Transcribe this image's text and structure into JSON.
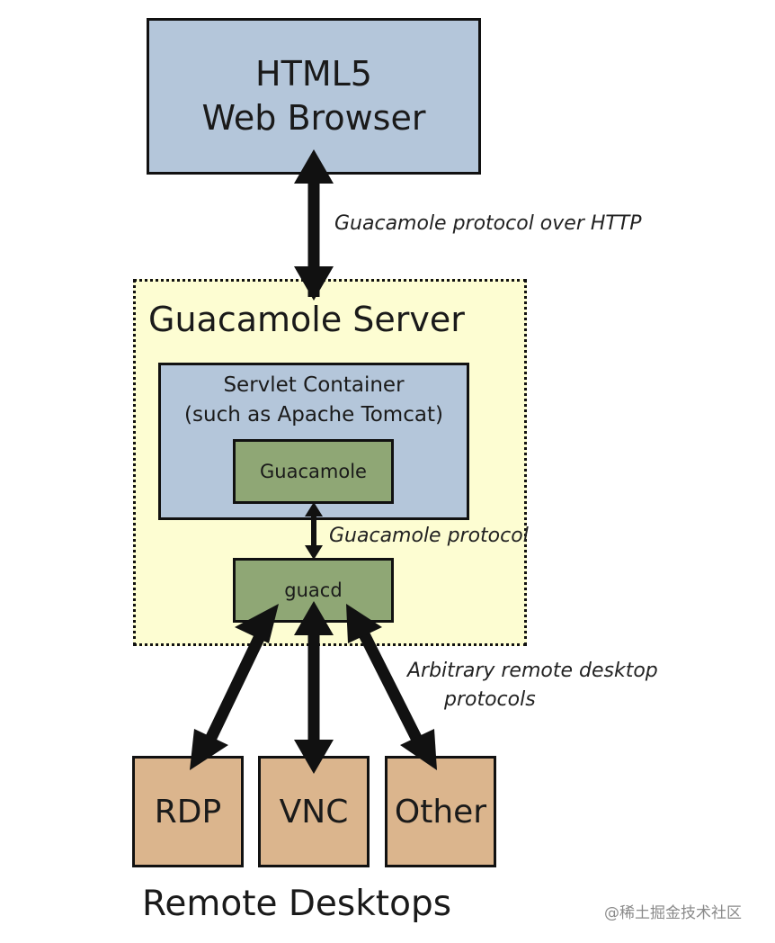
{
  "browser": {
    "line1": "HTML5",
    "line2": "Web Browser"
  },
  "edges": {
    "browser_server": "Guacamole protocol over HTTP",
    "guacamole_guacd": "Guacamole protocol",
    "remote_line1": "Arbitrary remote desktop",
    "remote_line2": "protocols"
  },
  "server": {
    "title": "Guacamole Server",
    "servlet_line1": "Servlet Container",
    "servlet_line2": "(such as Apache Tomcat)",
    "guacamole": "Guacamole",
    "guacd": "guacd"
  },
  "remote": {
    "rdp": "RDP",
    "vnc": "VNC",
    "other": "Other",
    "footer": "Remote Desktops"
  },
  "watermark": "@稀土掘金技术社区",
  "colors": {
    "blue": "#b4c6da",
    "yellow": "#fdfdd2",
    "green": "#8fa775",
    "tan": "#dbb58d",
    "ink": "#111111"
  }
}
